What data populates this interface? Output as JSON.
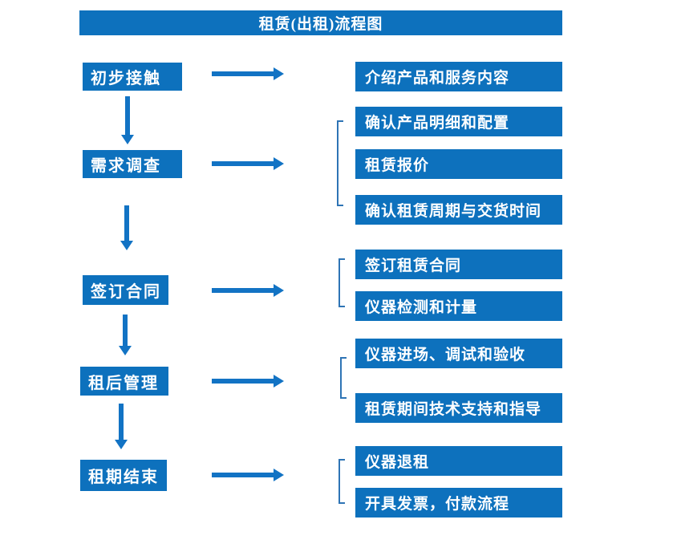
{
  "title": "租赁(出租)流程图",
  "stages": [
    {
      "label": "初步接触",
      "details": [
        "介绍产品和服务内容"
      ]
    },
    {
      "label": "需求调查",
      "details": [
        "确认产品明细和配置",
        "租赁报价",
        "确认租赁周期与交货时间"
      ]
    },
    {
      "label": "签订合同",
      "details": [
        "签订租赁合同",
        "仪器检测和计量"
      ]
    },
    {
      "label": "租后管理",
      "details": [
        "仪器进场、调试和验收",
        "租赁期间技术支持和指导"
      ]
    },
    {
      "label": "租期结束",
      "details": [
        "仪器退租",
        "开具发票，付款流程"
      ]
    }
  ],
  "colors": {
    "box_fill": "#0d71bd",
    "arrow": "#1273c4",
    "bracket": "#2e74b5",
    "box_text": "#ffffff",
    "background": "#ffffff"
  }
}
